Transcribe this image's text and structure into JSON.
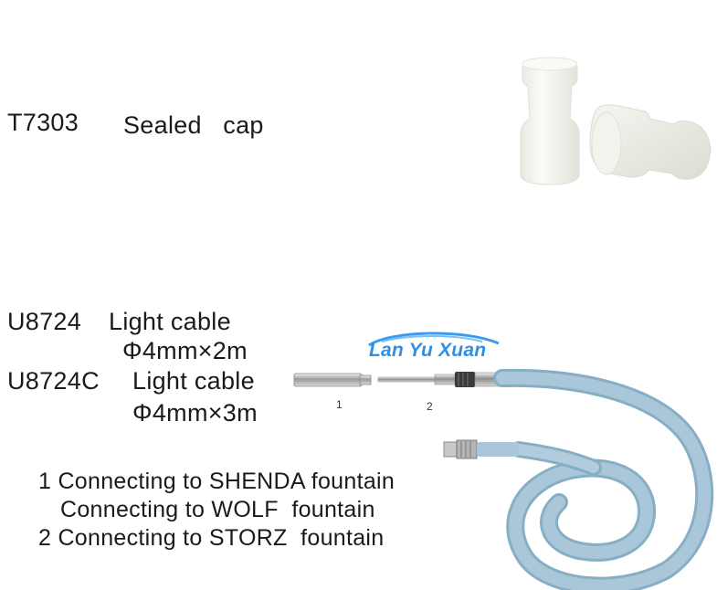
{
  "items": [
    {
      "code": "T7303",
      "name": "Sealed   cap"
    },
    {
      "code": "U8724",
      "name": "Light cable",
      "spec": "Φ4mm×2m"
    },
    {
      "code": "U8724C",
      "name": "Light cable",
      "spec": "Φ4mm×3m"
    }
  ],
  "part_labels": [
    "1",
    "2"
  ],
  "notes": [
    "1 Connecting to SHENDA fountain",
    "Connecting to WOLF  fountain",
    "2 Connecting to STORZ  fountain"
  ],
  "watermark": "Lan Yu Xuan",
  "colors": {
    "cable": "#a9c7d9",
    "cable_edge": "#86aec5",
    "logo": "#2f8fe6",
    "cap": "#f4f4ef"
  }
}
